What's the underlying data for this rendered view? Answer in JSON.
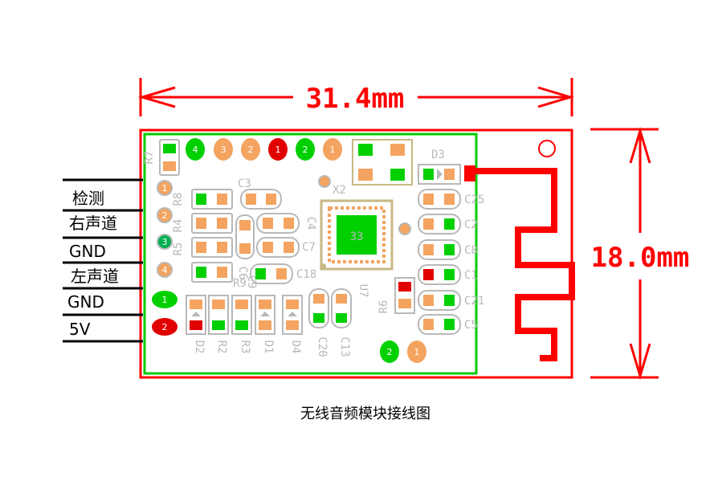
{
  "dimension_width": "31.4mm",
  "dimension_height": "18.0mm",
  "pin_labels": [
    "检测",
    "右声道",
    "GND",
    "左声道",
    "GND",
    "5V"
  ],
  "caption": "无线音频模块接线图",
  "designators": {
    "R7": "R7",
    "R8": "R8",
    "R4": "R4",
    "R5": "R5",
    "C3": "C3",
    "C4": "C4",
    "C7": "C7",
    "C6": "C6",
    "C9": "C9",
    "R9": "R9",
    "C18": "C18",
    "X2": "X2",
    "D3": "D3",
    "C25": "C25",
    "C2": "C2",
    "C8": "C8",
    "C1": "C1",
    "C21": "C21",
    "C5": "C5",
    "R6": "R6",
    "U7": "U7",
    "D2": "D2",
    "R2": "R2",
    "R3": "R3",
    "D1": "D1",
    "D4": "D4",
    "C20": "C20",
    "C13": "C13",
    "chip": "33"
  },
  "top_pad_numbers": [
    "4",
    "3",
    "2",
    "1",
    "2",
    "1"
  ],
  "left_pad_numbers": [
    "1",
    "2",
    "3",
    "4"
  ],
  "power_pad_numbers": [
    "1",
    "2"
  ],
  "bottom_pad_numbers": [
    "2",
    "1"
  ],
  "colors": {
    "dimension": "#ff0000",
    "board_outline": "#ff0000",
    "keepout": "#00cc00",
    "silkscreen": "#b8b8b8",
    "pad_orange": "#f4a460",
    "pad_green": "#00d000",
    "pad_red": "#e00000"
  }
}
